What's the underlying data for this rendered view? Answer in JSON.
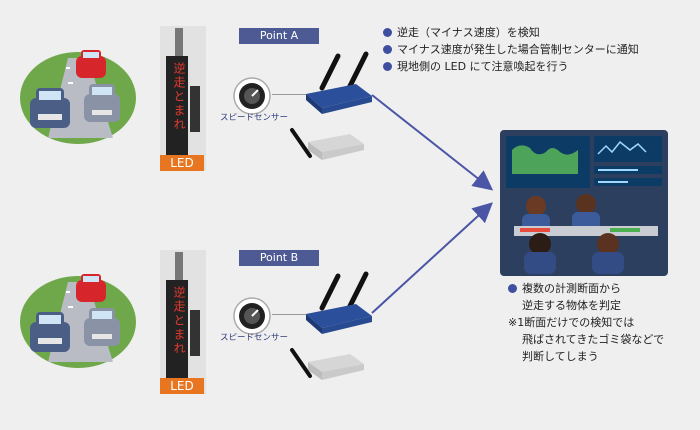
{
  "points": [
    {
      "label": "Point A",
      "led_label": "LED",
      "sensor_label": "スピードセンサー",
      "sign_text": "逆走とまれ"
    },
    {
      "label": "Point B",
      "led_label": "LED",
      "sensor_label": "スピードセンサー",
      "sign_text": "逆走とまれ"
    }
  ],
  "top_bullets": [
    "逆走（マイナス速度）を検知",
    "マイナス速度が発生した場合管制センターに通知",
    "現地側の LED にて注意喚起を行う"
  ],
  "bottom_note": {
    "bullet_line1": "複数の計測断面から",
    "bullet_line2": "逆走する物体を判定",
    "note_line1": "※1断面だけでの検知では",
    "note_line2": "飛ばされてきたゴミ袋などで",
    "note_line3": "判断してしまう"
  },
  "colors": {
    "accent": "#3f4fa0",
    "point_label_bg": "#4d5a93",
    "led_label_bg": "#e8751f",
    "arrow": "#4b55a6"
  }
}
